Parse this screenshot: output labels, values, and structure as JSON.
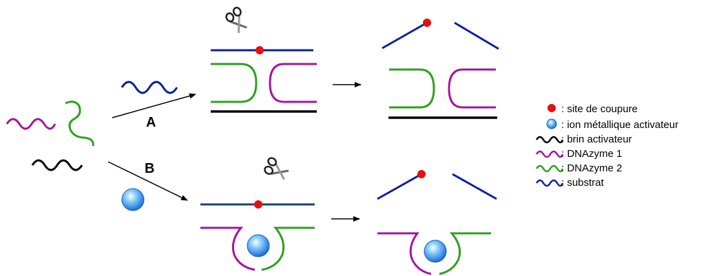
{
  "paths": {
    "a_label": "A",
    "b_label": "B"
  },
  "legend": {
    "items": [
      {
        "key": "cleavage",
        "text": ": site de coupure"
      },
      {
        "key": "ion",
        "text": ": ion métallique activateur"
      },
      {
        "key": "activator",
        "text": ": brin activateur"
      },
      {
        "key": "dnazyme1",
        "text": ": DNAzyme 1"
      },
      {
        "key": "dnazyme2",
        "text": ": DNAzyme 2"
      },
      {
        "key": "substrate",
        "text": ": substrat"
      }
    ]
  },
  "colors": {
    "substrate": "#0a1fa0",
    "substrate_b": "#1b3f7a",
    "dnazyme1": "#a5159e",
    "dnazyme2": "#2ea11e",
    "activator": "#000000",
    "cleavage": "#e80f0f",
    "ion": "#3d8ee0"
  },
  "icons": [
    "scissors-icon",
    "metal-ion-sphere-icon",
    "reaction-arrow-icon"
  ]
}
